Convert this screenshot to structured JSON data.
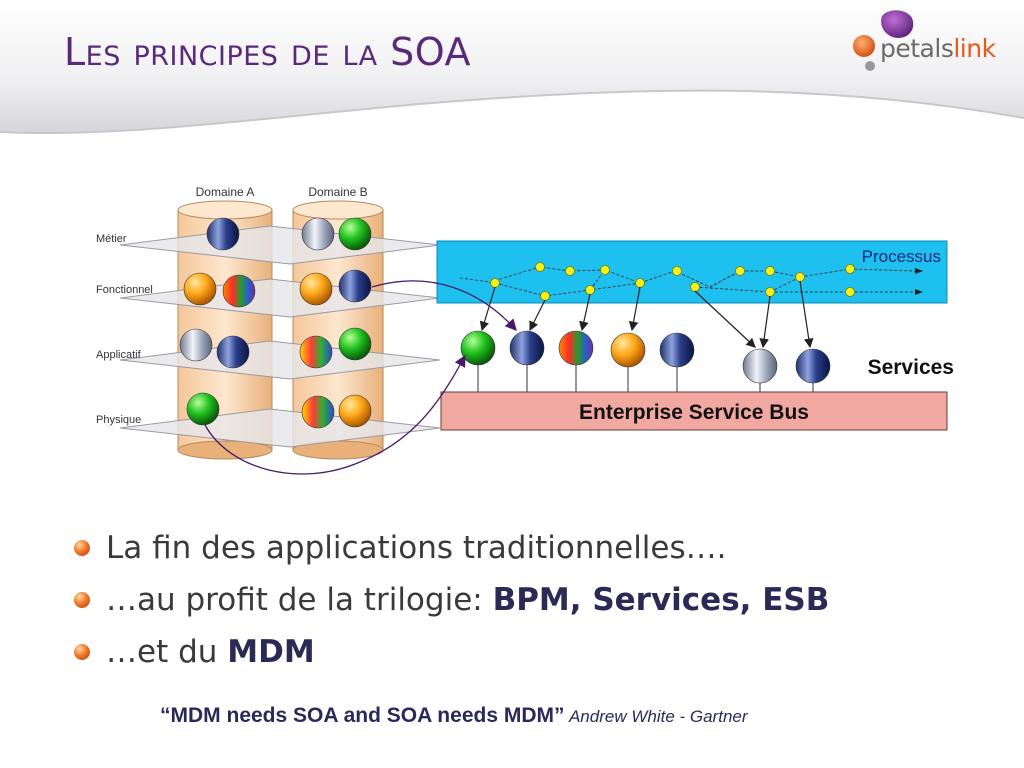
{
  "slide": {
    "title": "Les principes de la SOA"
  },
  "logo": {
    "part1": "petals",
    "part2": "link"
  },
  "diagram": {
    "domain_a": "Domaine A",
    "domain_b": "Domaine B",
    "layers": [
      "Métier",
      "Fonctionnel",
      "Applicatif",
      "Physique"
    ],
    "processus_label": "Processus",
    "services_label": "Services",
    "esb_label": "Enterprise Service Bus"
  },
  "bullets": {
    "b1": "La fin des applications traditionnelles….",
    "b2_prefix": "…au profit de la trilogie: ",
    "b2_bold": "BPM, Services, ESB",
    "b3_prefix": "…et du ",
    "b3_bold": "MDM"
  },
  "quote": {
    "text": "“MDM needs SOA and SOA needs MDM”",
    "author": "Andrew White - Gartner"
  },
  "colors": {
    "title": "#5a2a7a",
    "processus_band": "#1ec0f0",
    "esb_fill": "#f0a8a0",
    "bullet_accent": "#f07a2a",
    "arrow_purple": "#4a1a6a"
  }
}
